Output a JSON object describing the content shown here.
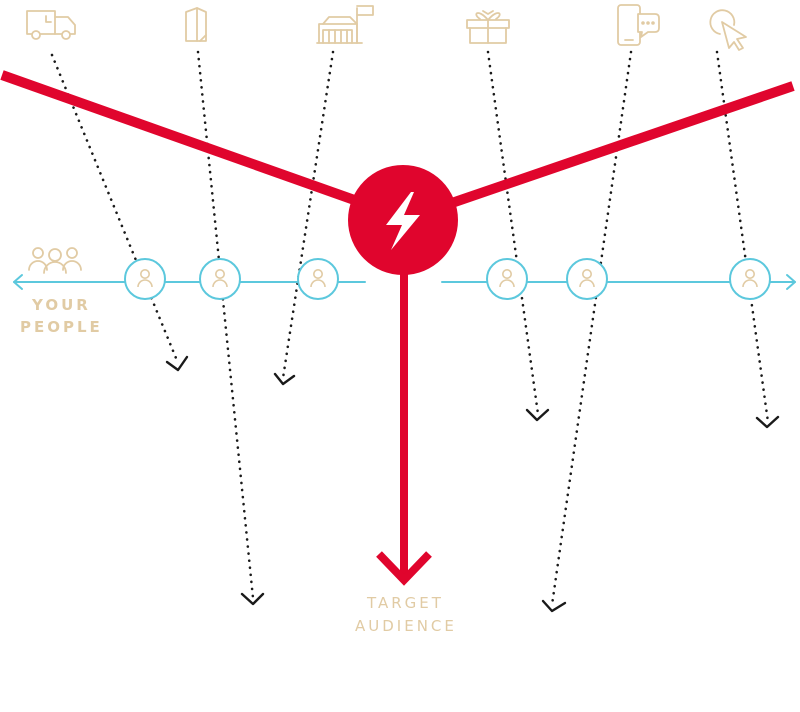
{
  "labels": {
    "people_line1": "YOUR",
    "people_line2": "PEOPLE",
    "target_line1": "TARGET",
    "target_line2": "AUDIENCE"
  },
  "icons": [
    "delivery-truck-icon",
    "folded-flyer-icon",
    "storefront-icon",
    "gift-box-icon",
    "smartphone-chat-icon",
    "cursor-click-icon",
    "people-group-icon",
    "lightning-bolt-icon",
    "person-icon"
  ],
  "colors": {
    "accent_red": "#e0052d",
    "line_cyan": "#5cc8dd",
    "icon_tan": "#e1cba4",
    "dotted_black": "#1a1a1a"
  }
}
